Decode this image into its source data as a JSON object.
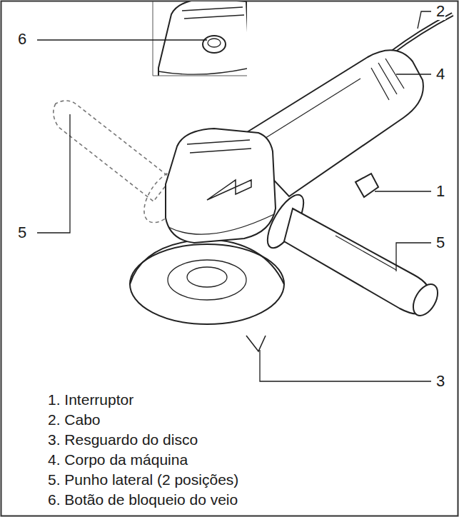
{
  "diagram": {
    "labels": [
      "6",
      "2",
      "4",
      "1",
      "5",
      "5",
      "3",
      "1. Interruptor",
      "2. Cabo",
      "3. Resguardo do disco",
      "4. Corpo da máquina",
      "5. Punho lateral (2 posições)",
      "6. Botão de bloqueio do veio"
    ]
  }
}
